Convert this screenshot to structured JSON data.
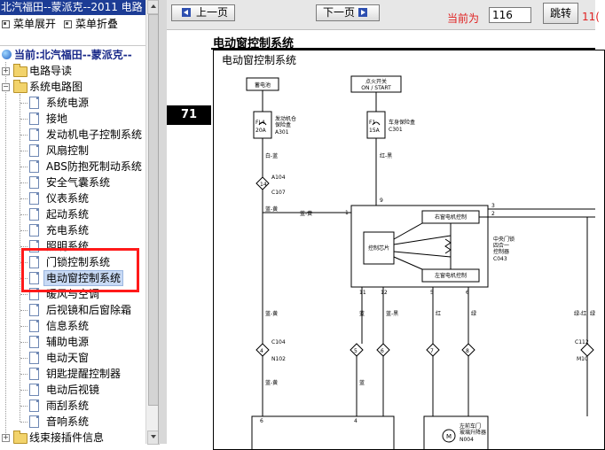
{
  "app": {
    "title": "北汽福田--蒙派克--2011 电路"
  },
  "left_menu": {
    "expand_label": "菜单展开",
    "collapse_label": "菜单折叠"
  },
  "tree": {
    "current_label": "当前:北汽福田--蒙派克--",
    "nodes": [
      {
        "label": "电路导读",
        "type": "folder"
      },
      {
        "label": "系统电路图",
        "type": "folder-open"
      }
    ],
    "children": [
      "系统电源",
      "接地",
      "发动机电子控制系统",
      "风扇控制",
      "ABS防抱死制动系统",
      "安全气囊系统",
      "仪表系统",
      "起动系统",
      "充电系统",
      "照明系统",
      "门锁控制系统",
      "电动窗控制系统",
      "暖风与空调",
      "后视镜和后窗除霜",
      "信息系统",
      "辅助电源",
      "电动天窗",
      "钥匙提醒控制器",
      "电动后视镜",
      "雨刮系统",
      "音响系统"
    ],
    "selected_index": 11,
    "last_node": "线束接插件信息"
  },
  "toolbar": {
    "prev_label": "上一页",
    "next_label": "下一页",
    "current_label": "当前为",
    "page_value": "116",
    "jump_label": "跳转",
    "total_partial": "11("
  },
  "document": {
    "page_badge": "71",
    "title": "电动窗控制系统",
    "frame_title": "电动窗控制系统"
  },
  "diagram": {
    "battery": "蓄电池",
    "ignition_line1": "点火开关",
    "ignition_line2": "ON / START",
    "fuse1_id": "FL4",
    "fuse1_rating": "20A",
    "fuse1_desc1": "发动机仓",
    "fuse1_desc2": "保险盒",
    "fuse1_conn": "A301",
    "fuse2_id": "F1",
    "fuse2_rating": "15A",
    "fuse2_desc": "车身保险盒",
    "fuse2_conn": "C301",
    "wire_white_red": "白-蓝",
    "wire_red_black": "红-黑",
    "conn_a104": "A104",
    "conn_c107": "C107",
    "pin_14": "14",
    "wire_blue_yellow": "蓝-黄",
    "wire_blue_yellow2": "蓝-黄",
    "pin_9": "9",
    "pin_1": "1",
    "pin_3": "3",
    "pin_2": "2",
    "right_motor_ctrl": "右窗电机控制",
    "left_motor_ctrl": "左窗电机控制",
    "chip": "控制芯片",
    "module_name_1": "中央门锁",
    "module_name_2": "四合一",
    "module_name_3": "控制器",
    "module_conn": "C043",
    "pins_bottom": [
      "11",
      "12",
      "5",
      "6"
    ],
    "wire_labels": [
      "蓝-黄",
      "蓝",
      "蓝-黑",
      "红",
      "绿"
    ],
    "right_wires": [
      "绿-红",
      "绿"
    ],
    "conn_c104": "C104",
    "conn_n102": "N102",
    "conn_c112": "C112",
    "conn_m10": "M10",
    "diamond_pins": [
      "4",
      "5",
      "6",
      "7",
      "8"
    ],
    "bottom_pin_6": "6",
    "bottom_pin_4": "4",
    "bottom_wire1": "蓝-黄",
    "bottom_wire2": "蓝",
    "left_window_motor_1": "左前车门",
    "left_window_motor_2": "玻璃升降器",
    "conn_n004": "N004",
    "motor_symbol": "M"
  }
}
